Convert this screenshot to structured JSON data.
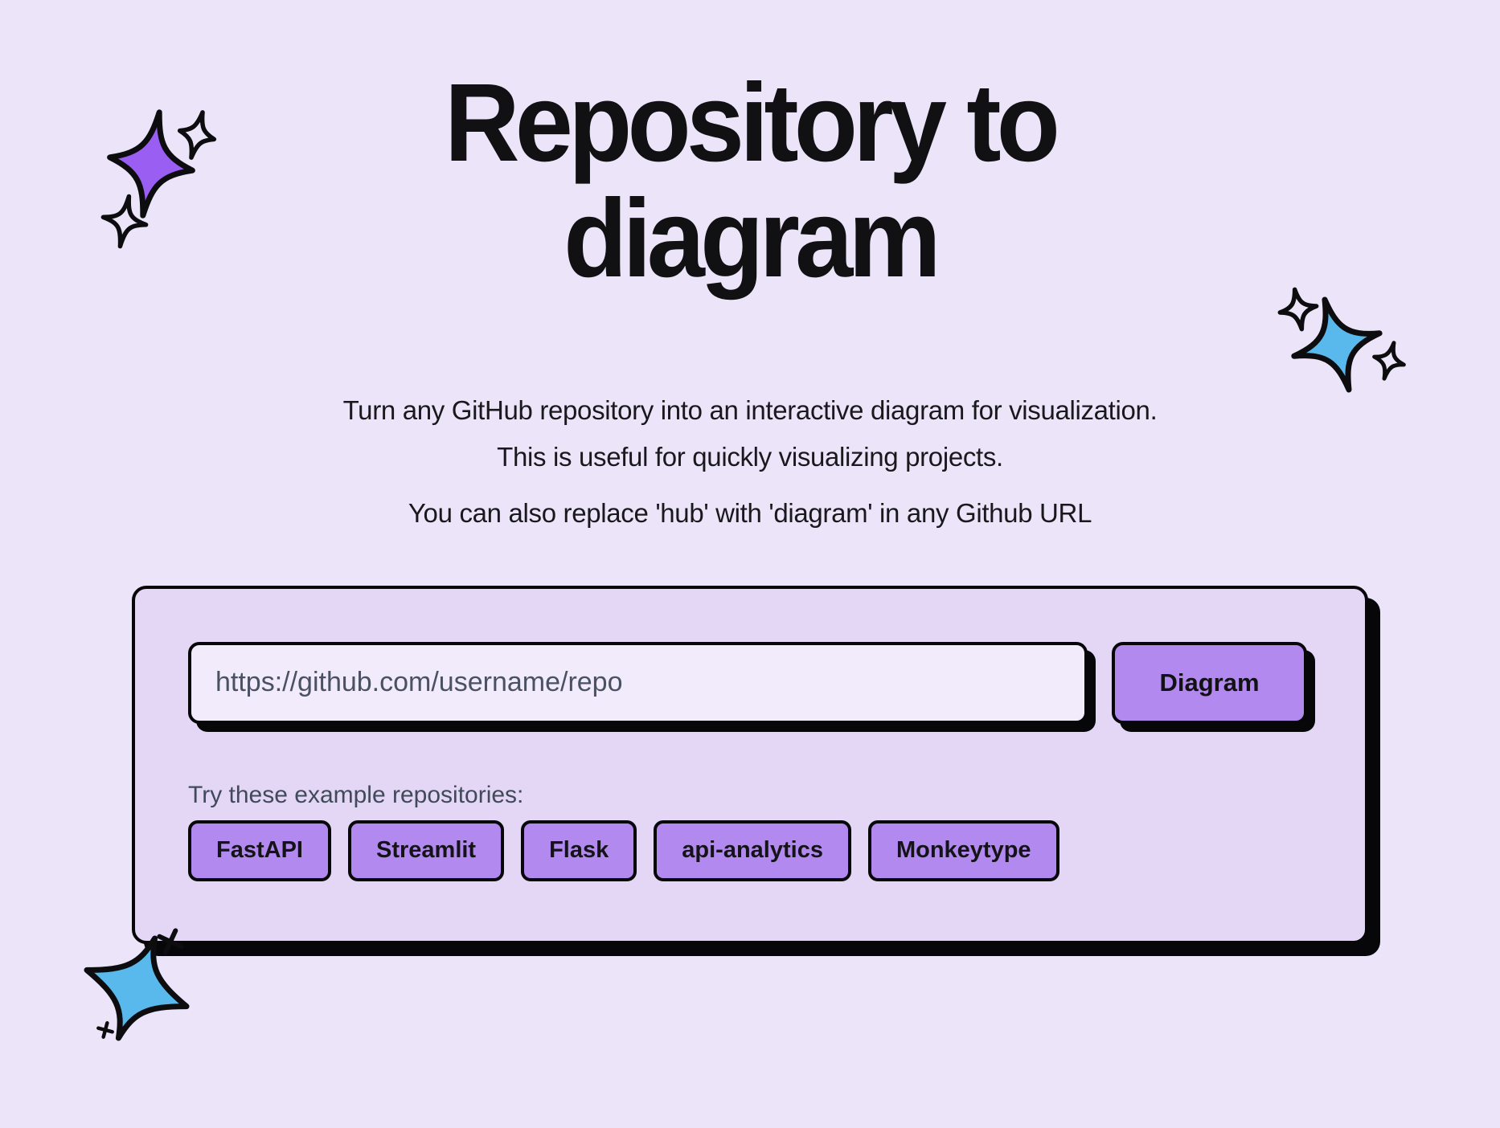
{
  "page": {
    "title_line1": "Repository to",
    "title_line2": "diagram",
    "subtitle_line1": "Turn any GitHub repository into an interactive diagram for visualization.",
    "subtitle_line2": "This is useful for quickly visualizing projects.",
    "subtitle_line3": "You can also replace 'hub' with 'diagram' in any Github URL"
  },
  "form": {
    "url_input": {
      "value": "",
      "placeholder": "https://github.com/username/repo"
    },
    "diagram_button_label": "Diagram"
  },
  "examples": {
    "label": "Try these example repositories:",
    "buttons": [
      "FastAPI",
      "Streamlit",
      "Flask",
      "api-analytics",
      "Monkeytype"
    ]
  },
  "icons": {
    "top_left": "purple-sparkle-icon",
    "right": "blue-sparkle-icon",
    "bottom_left": "blue-star-plus-icon"
  },
  "colors": {
    "page_background": "#ece5f9",
    "card_background": "#e3d7f5",
    "input_background": "#f2ebfc",
    "accent_purple": "#b289ef",
    "star_purple": "#9a5ef3",
    "star_blue": "#5ab9ec",
    "outline_black": "#0d0d0f",
    "muted_text": "#414a5b"
  }
}
